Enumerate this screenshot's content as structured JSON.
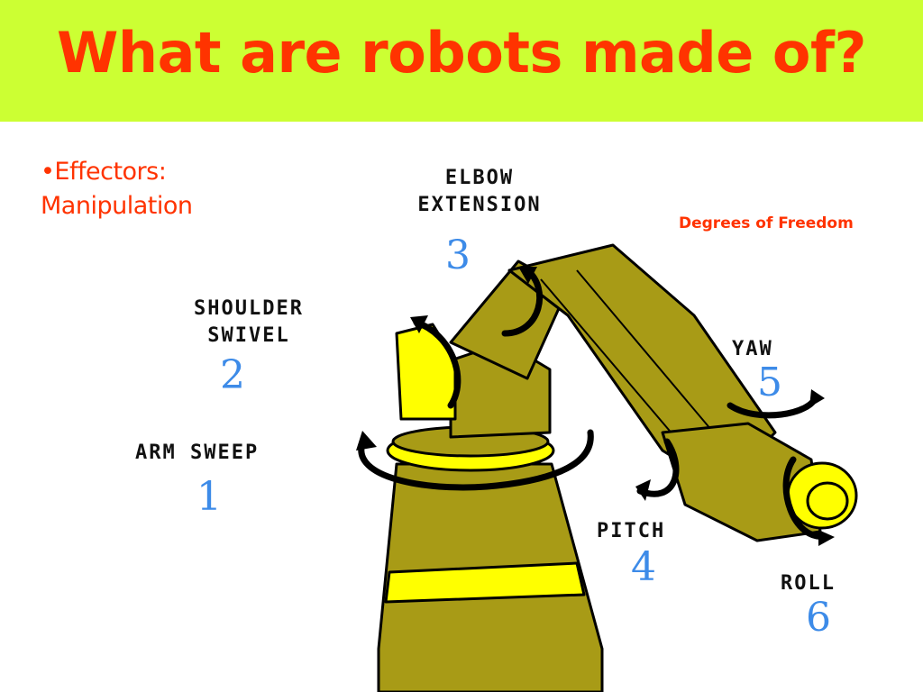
{
  "title": "What are robots made of?",
  "bullet": {
    "line1": "•Effectors:",
    "line2": "Manipulation"
  },
  "caption": "Degrees of Freedom",
  "joints": {
    "arm_sweep": {
      "label": "ARM SWEEP",
      "number": "1"
    },
    "shoulder_swivel": {
      "label_line1": "SHOULDER",
      "label_line2": "SWIVEL",
      "number": "2"
    },
    "elbow_extension": {
      "label_line1": "ELBOW",
      "label_line2": "EXTENSION",
      "number": "3"
    },
    "pitch": {
      "label": "PITCH",
      "number": "4"
    },
    "yaw": {
      "label": "YAW",
      "number": "5"
    },
    "roll": {
      "label": "ROLL",
      "number": "6"
    }
  },
  "colors": {
    "title_bar": "#ccff33",
    "title_text": "#ff3300",
    "robot_body": "#a89b16",
    "robot_highlight": "#ffff00",
    "number_blue": "#3d8be8"
  }
}
